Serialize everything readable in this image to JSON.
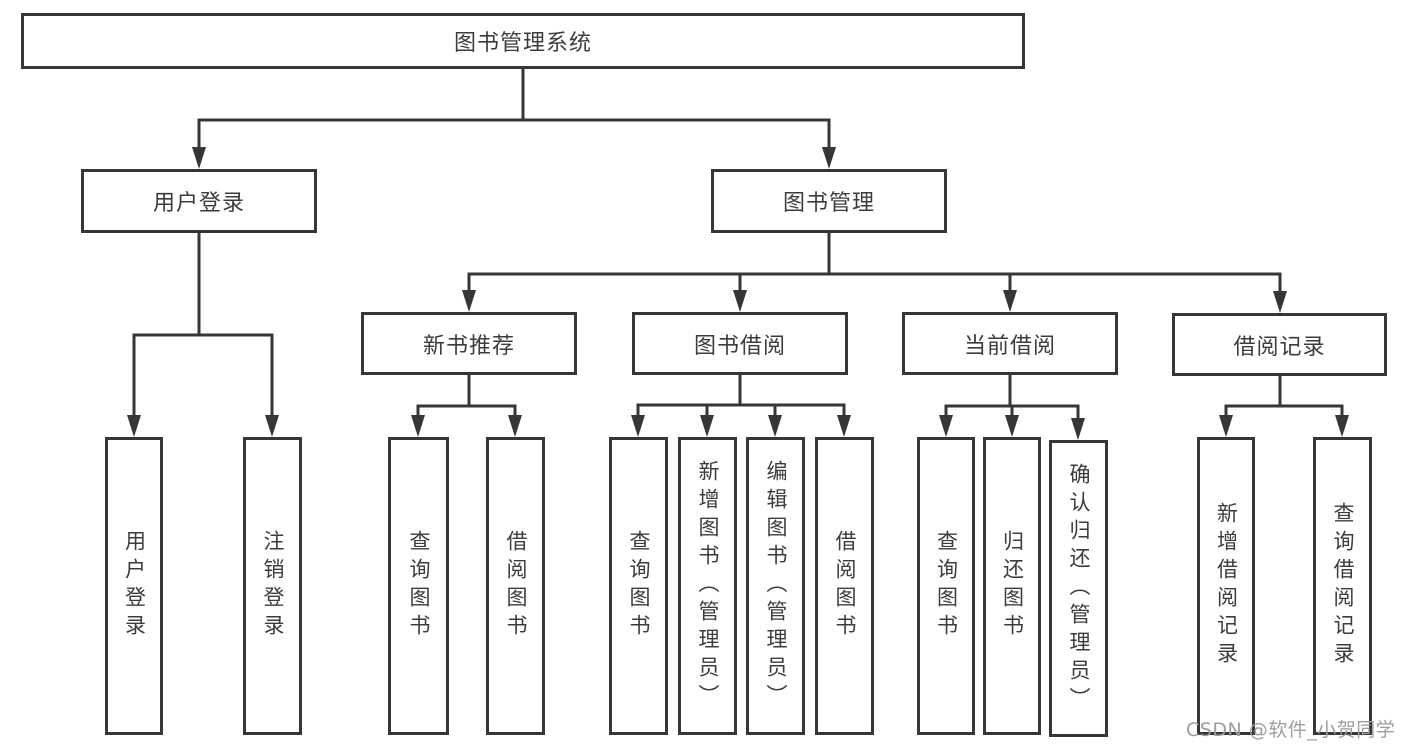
{
  "nodes": {
    "root": "图书管理系统",
    "userLogin": "用户登录",
    "bookManagement": "图书管理",
    "newBookRecommend": "新书推荐",
    "bookBorrow": "图书借阅",
    "currentBorrow": "当前借阅",
    "borrowRecords": "借阅记录",
    "leafUserLogin": "用户登录",
    "leafLogout": "注销登录",
    "leafNbrQuery": "查询图书",
    "leafNbrBorrow": "借阅图书",
    "leafBbQuery": "查询图书",
    "leafBbAdd": "新增图书（管理员）",
    "leafBbEdit": "编辑图书（管理员）",
    "leafBbBorrow": "借阅图书",
    "leafCbQuery": "查询图书",
    "leafCbReturn": "归还图书",
    "leafCbConfirm": "确认归还（管理员）",
    "leafBrAdd": "新增借阅记录",
    "leafBrQuery": "查询借阅记录"
  },
  "watermark": "CSDN @软件_小贺同学",
  "colors": {
    "line": "#363636",
    "border": "#363636",
    "text": "#3c3c3c",
    "watermark": "#9e9e9e",
    "background": "#ffffff"
  }
}
